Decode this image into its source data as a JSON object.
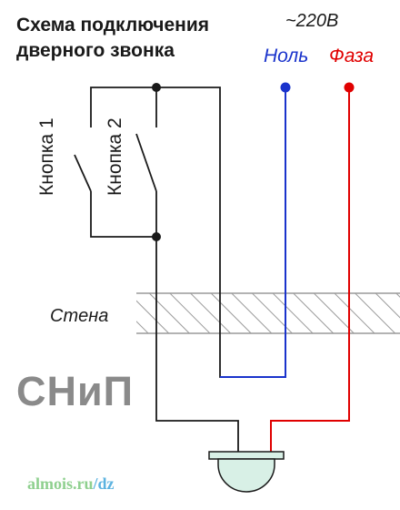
{
  "title": {
    "line1": "Схема подключения",
    "line2": "дверного звонка"
  },
  "supply": {
    "voltage": "~220В",
    "neutral_label": "Ноль",
    "phase_label": "Фаза"
  },
  "buttons": {
    "button1_label": "Кнопка 1",
    "button2_label": "Кнопка 2"
  },
  "wall_label": "Стена",
  "watermark": "СНиП",
  "site": {
    "part1": "almois.ru",
    "part2": "/dz"
  },
  "colors": {
    "wire": "#1a1a1a",
    "neutral": "#1a33cc",
    "phase": "#e00000",
    "bell": "#d8f0e6",
    "hatch": "#9a9a9a"
  }
}
